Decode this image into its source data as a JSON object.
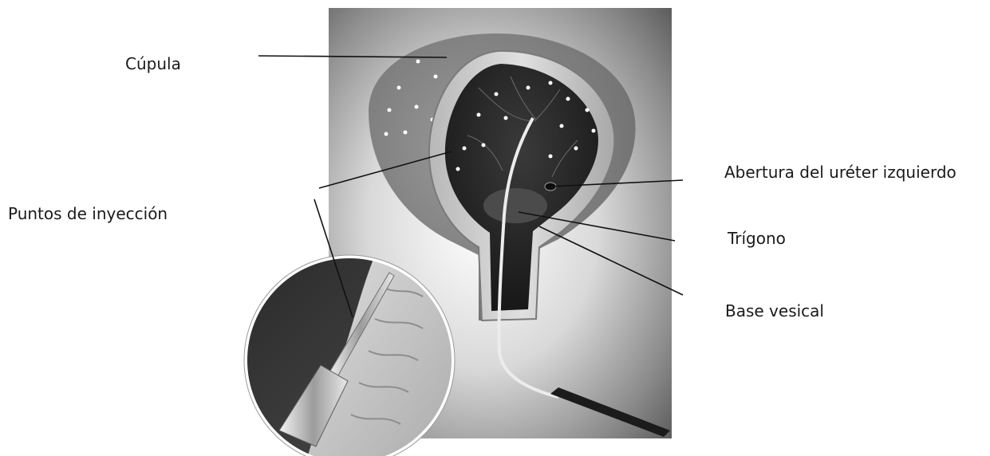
{
  "labels": {
    "cupula": "Cúpula",
    "puntos_inyeccion": "Puntos de inyección",
    "abertura_ureter": "Abertura del uréter izquierdo",
    "trigono": "Trígono",
    "base_vesical": "Base vesical"
  },
  "colors": {
    "background": "#ffffff",
    "text": "#1a1a1a",
    "leader_line": "#111111"
  }
}
